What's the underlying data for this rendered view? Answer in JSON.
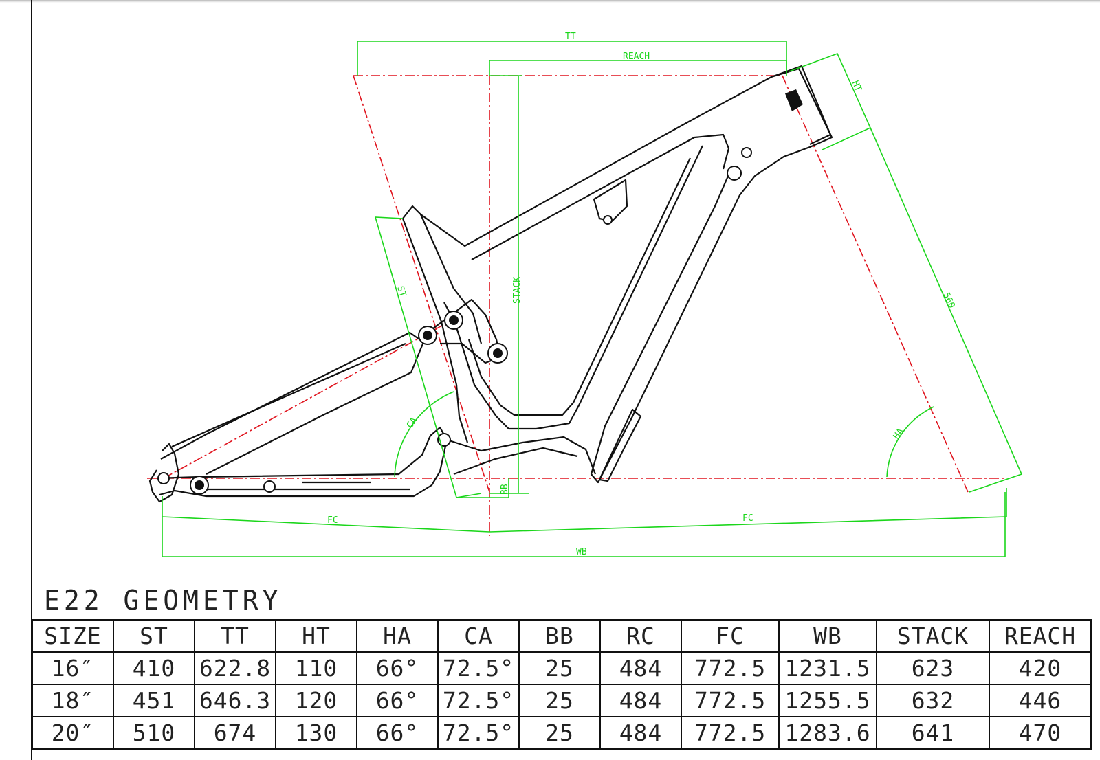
{
  "title": "E22 GEOMETRY",
  "dimension_labels": {
    "tt": "TT",
    "reach": "REACH",
    "ht": "HT",
    "stack": "STACK",
    "st": "ST",
    "fork_length": "560",
    "ca": "CA",
    "ha": "HA",
    "bb": "BB",
    "fc_rear": "FC",
    "fc_front": "FC",
    "wb": "WB"
  },
  "colors": {
    "dimension_lines": "#1bd61b",
    "centerlines": "#e0141e",
    "frame": "#111111"
  },
  "table": {
    "headers": [
      "SIZE",
      "ST",
      "TT",
      "HT",
      "HA",
      "CA",
      "BB",
      "RC",
      "FC",
      "WB",
      "STACK",
      "REACH"
    ],
    "rows": [
      [
        "16″",
        "410",
        "622.8",
        "110",
        "66°",
        "72.5°",
        "25",
        "484",
        "772.5",
        "1231.5",
        "623",
        "420"
      ],
      [
        "18″",
        "451",
        "646.3",
        "120",
        "66°",
        "72.5°",
        "25",
        "484",
        "772.5",
        "1255.5",
        "632",
        "446"
      ],
      [
        "20″",
        "510",
        "674",
        "130",
        "66°",
        "72.5°",
        "25",
        "484",
        "772.5",
        "1283.6",
        "641",
        "470"
      ]
    ]
  }
}
